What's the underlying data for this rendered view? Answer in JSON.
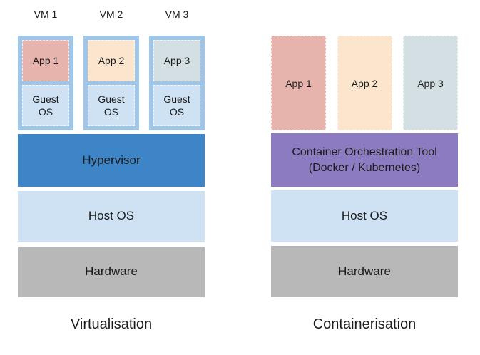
{
  "virtualisation": {
    "caption": "Virtualisation",
    "vm_labels": [
      "VM 1",
      "VM 2",
      "VM 3"
    ],
    "vms": [
      {
        "app": "App 1",
        "os": "Guest\nOS"
      },
      {
        "app": "App 2",
        "os": "Guest\nOS"
      },
      {
        "app": "App 3",
        "os": "Guest\nOS"
      }
    ],
    "hypervisor": "Hypervisor",
    "host_os": "Host OS",
    "hardware": "Hardware"
  },
  "containerisation": {
    "caption": "Containerisation",
    "apps": [
      "App 1",
      "App 2",
      "App 3"
    ],
    "orchestration": "Container Orchestration Tool\n(Docker / Kubernetes)",
    "host_os": "Host OS",
    "hardware": "Hardware"
  },
  "colors": {
    "vm_frame": "#9fc5e8",
    "os_box": "#cfe2f3",
    "app1": "#e6b4ac",
    "app2": "#fce5cd",
    "app3": "#d3dfe2",
    "hypervisor": "#3d85c6",
    "orchestration": "#8d7bc2",
    "hardware": "#b8b8b8",
    "background": "#ffffff",
    "text": "#1c1c1c"
  }
}
